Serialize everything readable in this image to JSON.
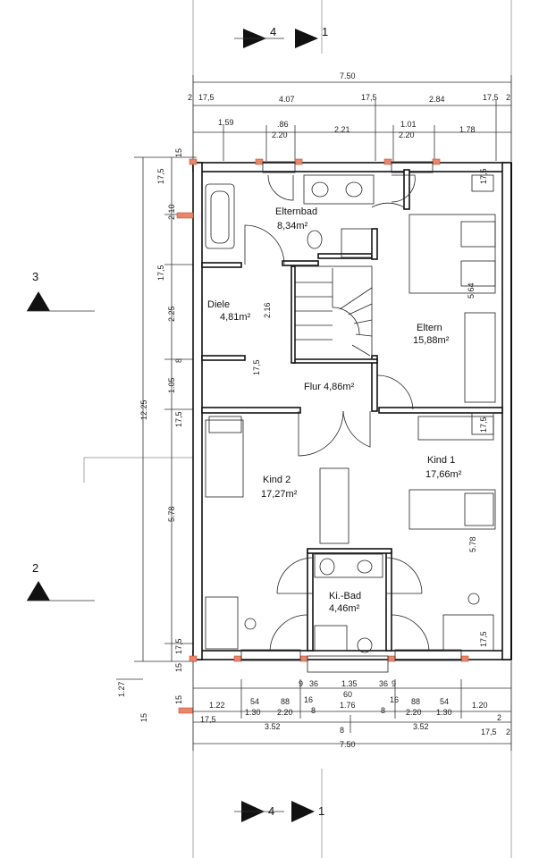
{
  "rooms": {
    "elternbad": {
      "name": "Elternbad",
      "area": "8,34m²"
    },
    "diele": {
      "name": "Diele",
      "area": "4,81m²"
    },
    "eltern": {
      "name": "Eltern",
      "area": "15,88m²"
    },
    "flur": {
      "name": "Flur 4,86m²"
    },
    "kind1": {
      "name": "Kind 1",
      "area": "17,66m²"
    },
    "kind2": {
      "name": "Kind 2",
      "area": "17,27m²"
    },
    "kibad": {
      "name": "Ki.-Bad",
      "area": "4,46m²"
    }
  },
  "section_markers": {
    "top_a": "4",
    "top_b": "1",
    "bottom_a": "4",
    "bottom_b": "1",
    "left_upper": "3",
    "left_lower": "2"
  },
  "dims_top": {
    "overall": "7.50",
    "row2": [
      "2",
      "17,5",
      "4.07",
      "17,5",
      "2.84",
      "17,5",
      "2"
    ],
    "row3": [
      "1.59",
      ".86",
      "2.20",
      "2.21",
      "1.01",
      "2.20",
      "1.78"
    ]
  },
  "dims_bottom": {
    "row1": [
      "9",
      "36",
      "1.35",
      "36",
      "9",
      "60"
    ],
    "row2": [
      "1.22",
      "54",
      "1.30",
      "88",
      "2.20",
      "16",
      "8",
      "1.76",
      "8",
      "16",
      "88",
      "2.20",
      "54",
      "1.30",
      "1.20"
    ],
    "row3": [
      "17,5",
      "3.52",
      "8",
      "3.52",
      "17,5",
      "2",
      "2"
    ],
    "overall": "7.50",
    "left_small": [
      "1.27",
      "15",
      "15"
    ]
  },
  "dims_left": [
    "15",
    "17,5",
    "2.10",
    "17,5",
    "2.25",
    "8",
    "1.05",
    "17,5",
    "12.25",
    "5.78",
    "17,5",
    "15"
  ],
  "dims_inner": [
    "2.16",
    "17,5",
    "5.64",
    "17,5",
    "5.78",
    "17,5"
  ]
}
